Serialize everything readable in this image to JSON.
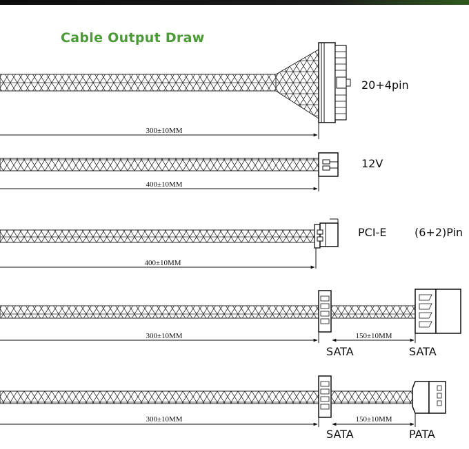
{
  "title": "Cable Output Draw",
  "cables": [
    {
      "id": "atx",
      "label": "20+4pin",
      "length_main": "300±10MM"
    },
    {
      "id": "cpu",
      "label": "12V",
      "length_main": "400±10MM"
    },
    {
      "id": "pcie",
      "label": "PCI-E",
      "label_extra": "(6+2)Pin",
      "length_main": "400±10MM"
    },
    {
      "id": "sata",
      "label_mid": "SATA",
      "label_end": "SATA",
      "length_main": "300±10MM",
      "length_ext": "150±10MM"
    },
    {
      "id": "pata",
      "label_mid": "SATA",
      "label_end": "PATA",
      "length_main": "300±10MM",
      "length_ext": "150±10MM"
    }
  ],
  "colors": {
    "title": "#4a9a35",
    "line": "#222222"
  }
}
